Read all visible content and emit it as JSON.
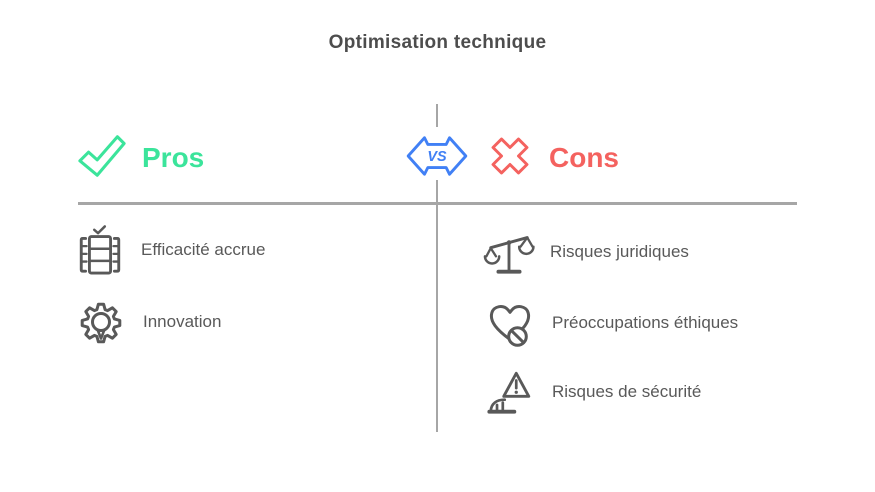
{
  "title": "Optimisation technique",
  "vs_badge": {
    "label": "VS"
  },
  "pros": {
    "heading": "Pros",
    "icon": "check-icon",
    "items": [
      {
        "label": "Efficacité accrue",
        "icon": "server-check-icon"
      },
      {
        "label": "Innovation",
        "icon": "gear-bulb-icon"
      }
    ]
  },
  "cons": {
    "heading": "Cons",
    "icon": "x-icon",
    "items": [
      {
        "label": "Risques juridiques",
        "icon": "scales-icon"
      },
      {
        "label": "Préoccupations éthiques",
        "icon": "heart-ban-icon"
      },
      {
        "label": "Risques de sécurité",
        "icon": "warning-barrier-icon"
      }
    ]
  },
  "colors": {
    "green": "#3be49b",
    "red": "#f4625f",
    "blue": "#4180f5",
    "title-text": "#4d4d4d",
    "item-text": "#595959",
    "icon-gray": "#595959",
    "line-gray": "#a6a6a6",
    "background": "#ffffff"
  }
}
